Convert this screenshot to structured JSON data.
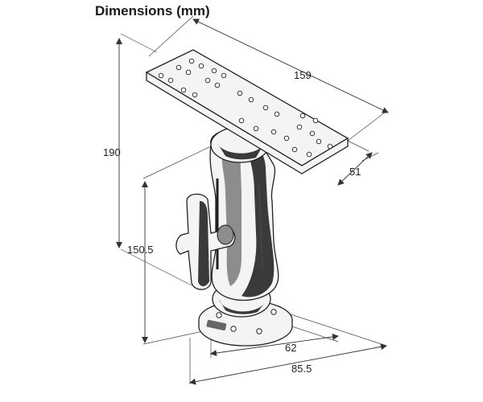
{
  "title": "Dimensions (mm)",
  "dimensions": {
    "plate_length": "159",
    "plate_width": "51",
    "overall_height": "190",
    "arm_height": "150.5",
    "base_inner": "62",
    "base_outer": "85.5"
  }
}
